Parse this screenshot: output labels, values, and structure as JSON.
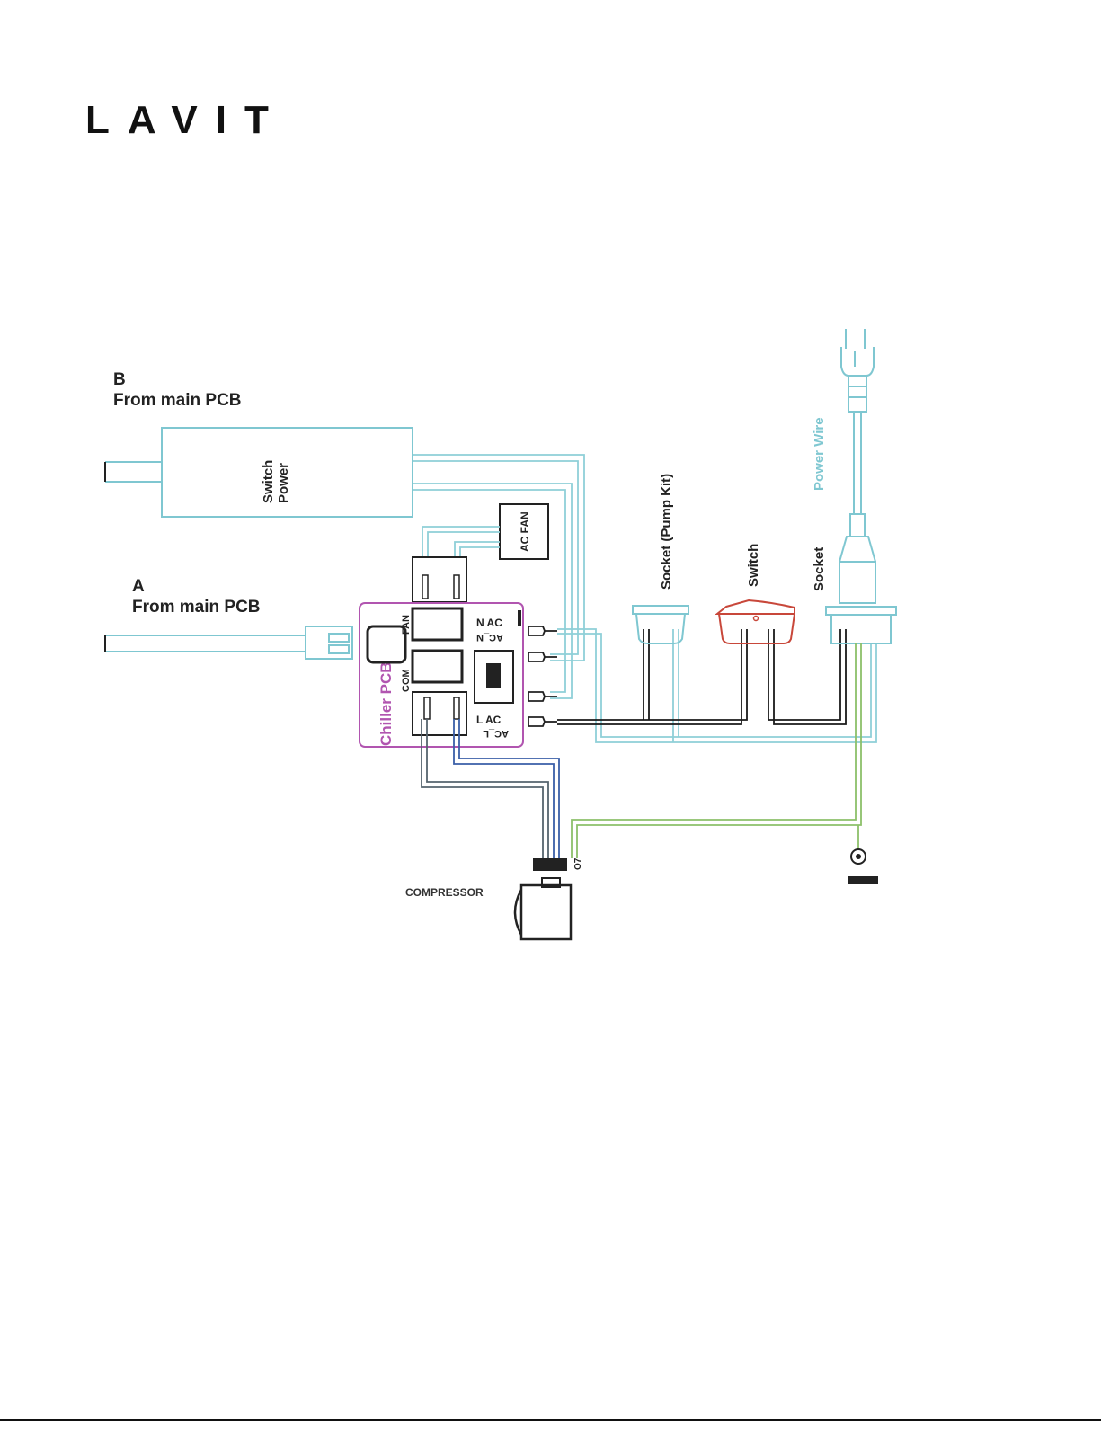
{
  "header": {
    "logo_text": "LAVIT"
  },
  "diagram": {
    "source_b": {
      "letter": "B",
      "text": "From main PCB"
    },
    "source_a": {
      "letter": "A",
      "text": "From main PCB"
    },
    "switch_power": {
      "line1": "Switch",
      "line2": "Power"
    },
    "ac_fan": "AC FAN",
    "chiller_pcb": "Chiller PCB",
    "fan_label": "FAN",
    "com_label": "COM",
    "n_ac_label": "N  AC",
    "ac_n_label": "AC_N",
    "l_ac_label": "L  AC",
    "ac_l_label": "AC_L",
    "socket_pump_kit": "Socket (Pump Kit)",
    "switch_label": "Switch",
    "socket_label": "Socket",
    "power_wire": "Power Wire",
    "compressor": "COMPRESSOR",
    "colors": {
      "frame": "#7fc7d1",
      "wire_light": "#8fcfd8",
      "wire_dark": "#1a1a1a",
      "ground": "#8cc06a",
      "chiller_pcb": "#b155b0",
      "switch_red": "#c8473a",
      "compressor_blue": "#3a5fa8"
    }
  }
}
